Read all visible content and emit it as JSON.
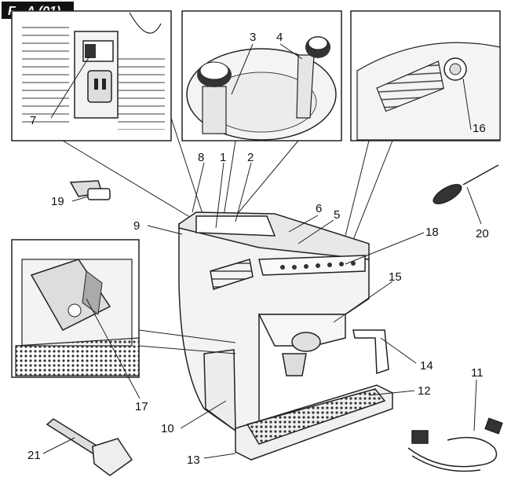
{
  "figure_code": "F - A (01)",
  "callouts": [
    {
      "id": "1",
      "text": "1"
    },
    {
      "id": "2",
      "text": "2"
    },
    {
      "id": "3",
      "text": "3"
    },
    {
      "id": "4",
      "text": "4"
    },
    {
      "id": "5",
      "text": "5"
    },
    {
      "id": "6",
      "text": "6"
    },
    {
      "id": "7",
      "text": "7"
    },
    {
      "id": "8",
      "text": "8"
    },
    {
      "id": "9",
      "text": "9"
    },
    {
      "id": "10",
      "text": "10"
    },
    {
      "id": "11",
      "text": "11"
    },
    {
      "id": "12",
      "text": "12"
    },
    {
      "id": "13",
      "text": "13"
    },
    {
      "id": "14",
      "text": "14"
    },
    {
      "id": "15",
      "text": "15"
    },
    {
      "id": "16",
      "text": "16"
    },
    {
      "id": "17",
      "text": "17"
    },
    {
      "id": "18",
      "text": "18"
    },
    {
      "id": "19",
      "text": "19"
    },
    {
      "id": "20",
      "text": "20"
    },
    {
      "id": "21",
      "text": "21"
    }
  ]
}
